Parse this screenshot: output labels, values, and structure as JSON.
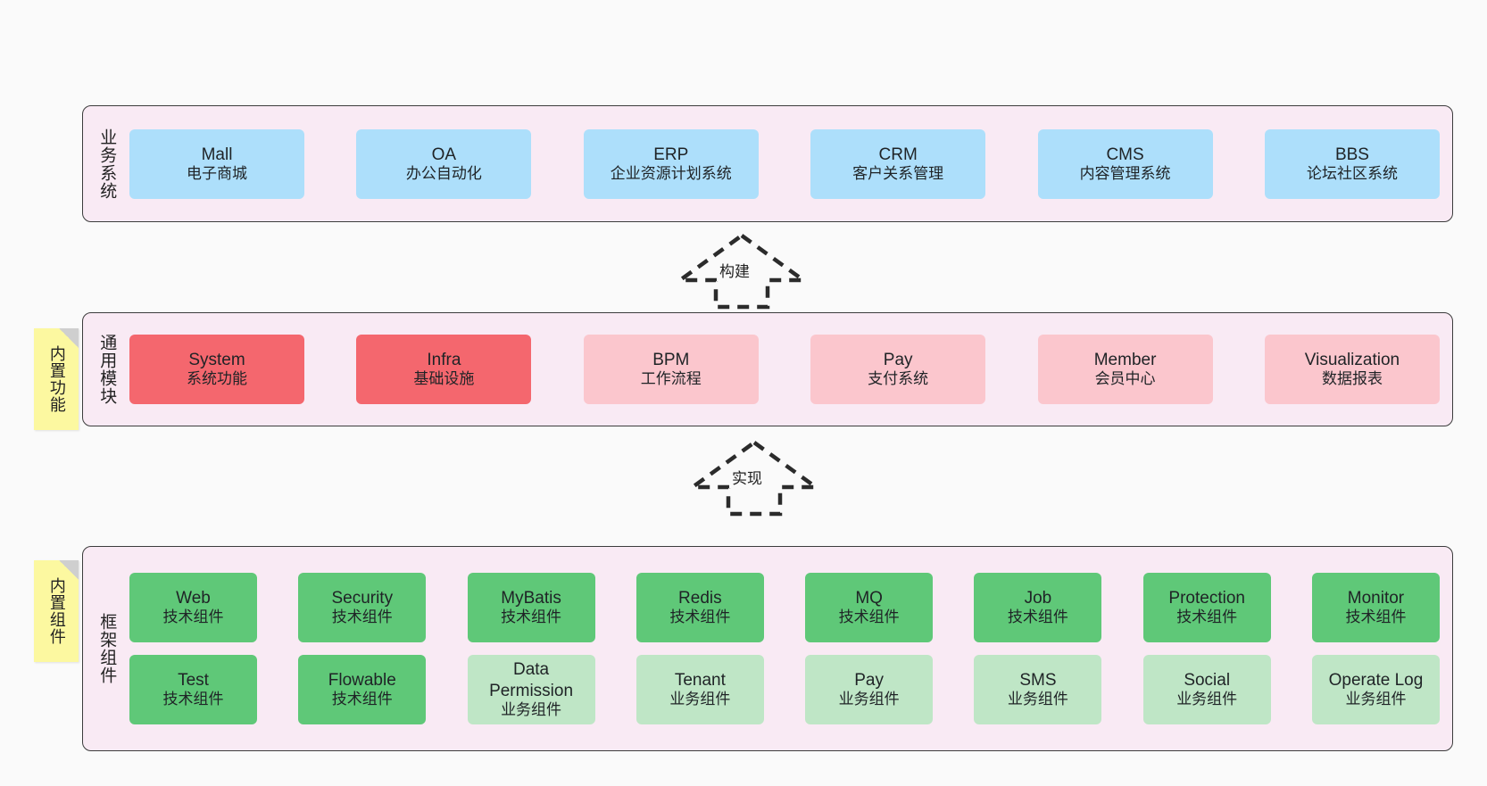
{
  "page": {
    "background": "#fafafa",
    "layer_bg": "#f9eaf4",
    "border_color": "#3c3c3c"
  },
  "colors": {
    "blue": "#addffb",
    "red": "#f4676e",
    "pink": "#fbc6cd",
    "green": "#5fc878",
    "light_green": "#bfe6c6",
    "sticky_yellow": "#fcf8a0"
  },
  "layers": {
    "business": {
      "title": "业务系统",
      "cards": [
        {
          "en": "Mall",
          "cn": "电子商城"
        },
        {
          "en": "OA",
          "cn": "办公自动化"
        },
        {
          "en": "ERP",
          "cn": "企业资源计划系统"
        },
        {
          "en": "CRM",
          "cn": "客户关系管理"
        },
        {
          "en": "CMS",
          "cn": "内容管理系统"
        },
        {
          "en": "BBS",
          "cn": "论坛社区系统"
        }
      ]
    },
    "common": {
      "title": "通用模块",
      "sticky": "内置功能",
      "cards": [
        {
          "en": "System",
          "cn": "系统功能",
          "color": "red"
        },
        {
          "en": "Infra",
          "cn": "基础设施",
          "color": "red"
        },
        {
          "en": "BPM",
          "cn": "工作流程",
          "color": "pink"
        },
        {
          "en": "Pay",
          "cn": "支付系统",
          "color": "pink"
        },
        {
          "en": "Member",
          "cn": "会员中心",
          "color": "pink"
        },
        {
          "en": "Visualization",
          "cn": "数据报表",
          "color": "pink"
        }
      ]
    },
    "framework": {
      "title": "框架组件",
      "sticky": "内置组件",
      "row1": [
        {
          "en": "Web",
          "cn": "技术组件",
          "color": "green"
        },
        {
          "en": "Security",
          "cn": "技术组件",
          "color": "green"
        },
        {
          "en": "MyBatis",
          "cn": "技术组件",
          "color": "green"
        },
        {
          "en": "Redis",
          "cn": "技术组件",
          "color": "green"
        },
        {
          "en": "MQ",
          "cn": "技术组件",
          "color": "green"
        },
        {
          "en": "Job",
          "cn": "技术组件",
          "color": "green"
        },
        {
          "en": "Protection",
          "cn": "技术组件",
          "color": "green"
        },
        {
          "en": "Monitor",
          "cn": "技术组件",
          "color": "green"
        }
      ],
      "row2": [
        {
          "en": "Test",
          "cn": "技术组件",
          "color": "green"
        },
        {
          "en": "Flowable",
          "cn": "技术组件",
          "color": "green"
        },
        {
          "en": "Data Permission",
          "cn": "业务组件",
          "color": "lgreen"
        },
        {
          "en": "Tenant",
          "cn": "业务组件",
          "color": "lgreen"
        },
        {
          "en": "Pay",
          "cn": "业务组件",
          "color": "lgreen"
        },
        {
          "en": "SMS",
          "cn": "业务组件",
          "color": "lgreen"
        },
        {
          "en": "Social",
          "cn": "业务组件",
          "color": "lgreen"
        },
        {
          "en": "Operate Log",
          "cn": "业务组件",
          "color": "lgreen"
        }
      ]
    }
  },
  "arrows": [
    {
      "label": "构建"
    },
    {
      "label": "实现"
    }
  ]
}
